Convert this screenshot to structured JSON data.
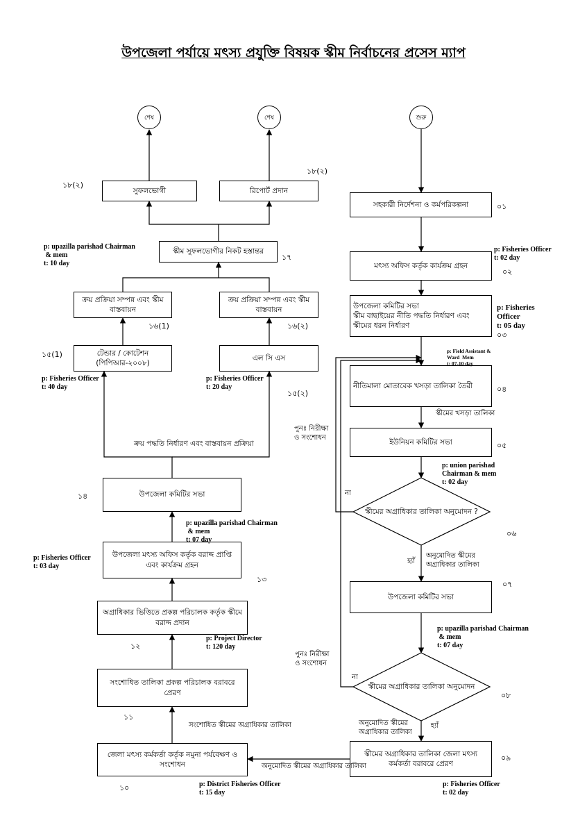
{
  "title": "উপজেলা পর্যায়ে মৎস্য প্রযুক্তি বিষয়ক স্কীম  নির্বাচনের প্রসেস ম্যাপ",
  "terminals": {
    "end1": "শেষ",
    "end2": "শেষ",
    "start": "শুরু"
  },
  "boxes": {
    "b18a": "সুফলভোগী",
    "b18b": "রিপোর্ট প্রদান",
    "b17": "স্কীম সুফলভোগীর নিকট হস্তান্তর",
    "b16a": "ক্রয় প্রক্রিয়া সম্পন্ন এবং স্কীম বাস্তবায়ন",
    "b16b": "ক্রয় প্রক্রিয়া সম্পন্ন এবং স্কীম বাস্তবায়ন",
    "b15a": "টেন্ডার / কোটেশন (পিপিআর-২০০৮)",
    "b15b": "এল সি এস",
    "b14": "উপজেলা কমিটির সভা",
    "b13": "উপজেলা মৎস্য অফিস কর্তৃক বরাদ্দ প্রাপ্তি এবং কার্যক্রম গ্রহন",
    "b12": "অগ্রাধিকার ভিত্তিতে প্রকল্প পরিচালক কর্তৃক স্কীমে বরাদ্দ প্রদান",
    "b11": "সংশোধিত তালিকা প্রকল্প পরিচালক বরাবরে প্রেরণ",
    "b10": "জেলা মৎস্য কর্মকর্তা কর্তৃক নমুনা পর্যবেক্ষণ ও সংশোধন",
    "b01": "সহকারী নির্দেশনা ও কর্মপরিকল্পনা",
    "b02": "মৎস্য অফিস কর্তৃক কার্যক্রম গ্রহন",
    "b03": "উপজেলা কমিটির সভা\nস্কীম বাছাইয়ের নীতি পদ্ধতি নির্ধারণ এবং স্কীমের ধরন নির্ধারণ",
    "b04": "নীতিমালা মোতাবেক খসড়া তালিকা তৈরী",
    "b05": "ইউনিয়ন কমিটির সভা",
    "b07": "উপজেলা কমিটির সভা",
    "b09": "স্কীমের অগ্রাধিকার তালিকা জেলা মৎস্য কর্মকর্তা বরাবরে প্রেরণ"
  },
  "diamonds": {
    "d06": "স্কীমের অগ্রাধিকার তালিকা অনুমোদন ?",
    "d08": "স্কীমের অগ্রাধিকার তালিকা অনুমোদন"
  },
  "numbers": {
    "n18a": "১৮(২)",
    "n18b": "১৮(২)",
    "n17": "১৭",
    "n16a": "১৬(1)",
    "n16b": "১৬(২)",
    "n15a": "১৫(1)",
    "n15b": "১৫(২)",
    "n14": "১৪",
    "n13": "১৩",
    "n12": "১২",
    "n11": "১১",
    "n10": "১০",
    "n01": "০১",
    "n02": "০২",
    "n03": "০৩",
    "n04": "০৪",
    "n05": "০৫",
    "n06": "০৬",
    "n07": "০৭",
    "n08": "০৮",
    "n09": "০৯"
  },
  "responsibility": {
    "r17": "p: upazilla parishad Chairman\n & mem\nt: 10 day",
    "r15a": "p: Fisheries Officer\nt: 40 day",
    "r15b": "p: Fisheries Officer\nt: 20 day",
    "r14": "p: upazilla parishad Chairman\n & mem\nt: 07 day",
    "r13": "p: Fisheries Officer\nt: 03 day",
    "r12": "p: Project Director\nt: 120 day",
    "r10": "p: District Fisheries Officer\nt: 15 day",
    "r02": "p: Fisheries Officer\nt: 02 day",
    "r03": "p: Fisheries\nOfficer\nt: 05 day",
    "r04": "p: Field Assistant &\nWard  Mem\nt: 07-10 day",
    "r05": "p: union parishad\nChairman & mem\nt: 02 day",
    "r07": "p: upazilla parishad Chairman\n & mem\nt: 07 day",
    "r09": "p: Fisheries Officer\nt: 02 day"
  },
  "labels": {
    "procurement": "ক্রয় পদ্ধতি নির্ধারণ এবং বাস্তবায়ন প্রক্রিয়া",
    "draft_list": "স্কীমের খসড়া তালিকা",
    "recheck1": "পুনঃ নিরীক্ষা\nও সংশোধন",
    "recheck2": "পুনঃ নিরীক্ষা\nও সংশোধন",
    "no1": "না",
    "no2": "না",
    "yes1": "হ্যাঁ",
    "yes2": "হ্যাঁ",
    "approved1": "অনুমোদিত স্কীমের\nঅগ্রাধিকার তালিকা",
    "approved2": "অনুমোদিত স্কীমের\nঅগ্রাধিকার তালিকা",
    "approved3": "অনুমোদিত স্কীমের অগ্রাধিকার তালিকা",
    "revised_list": "সংশোধিত স্কীমের অগ্রাধিকার তালিকা"
  }
}
